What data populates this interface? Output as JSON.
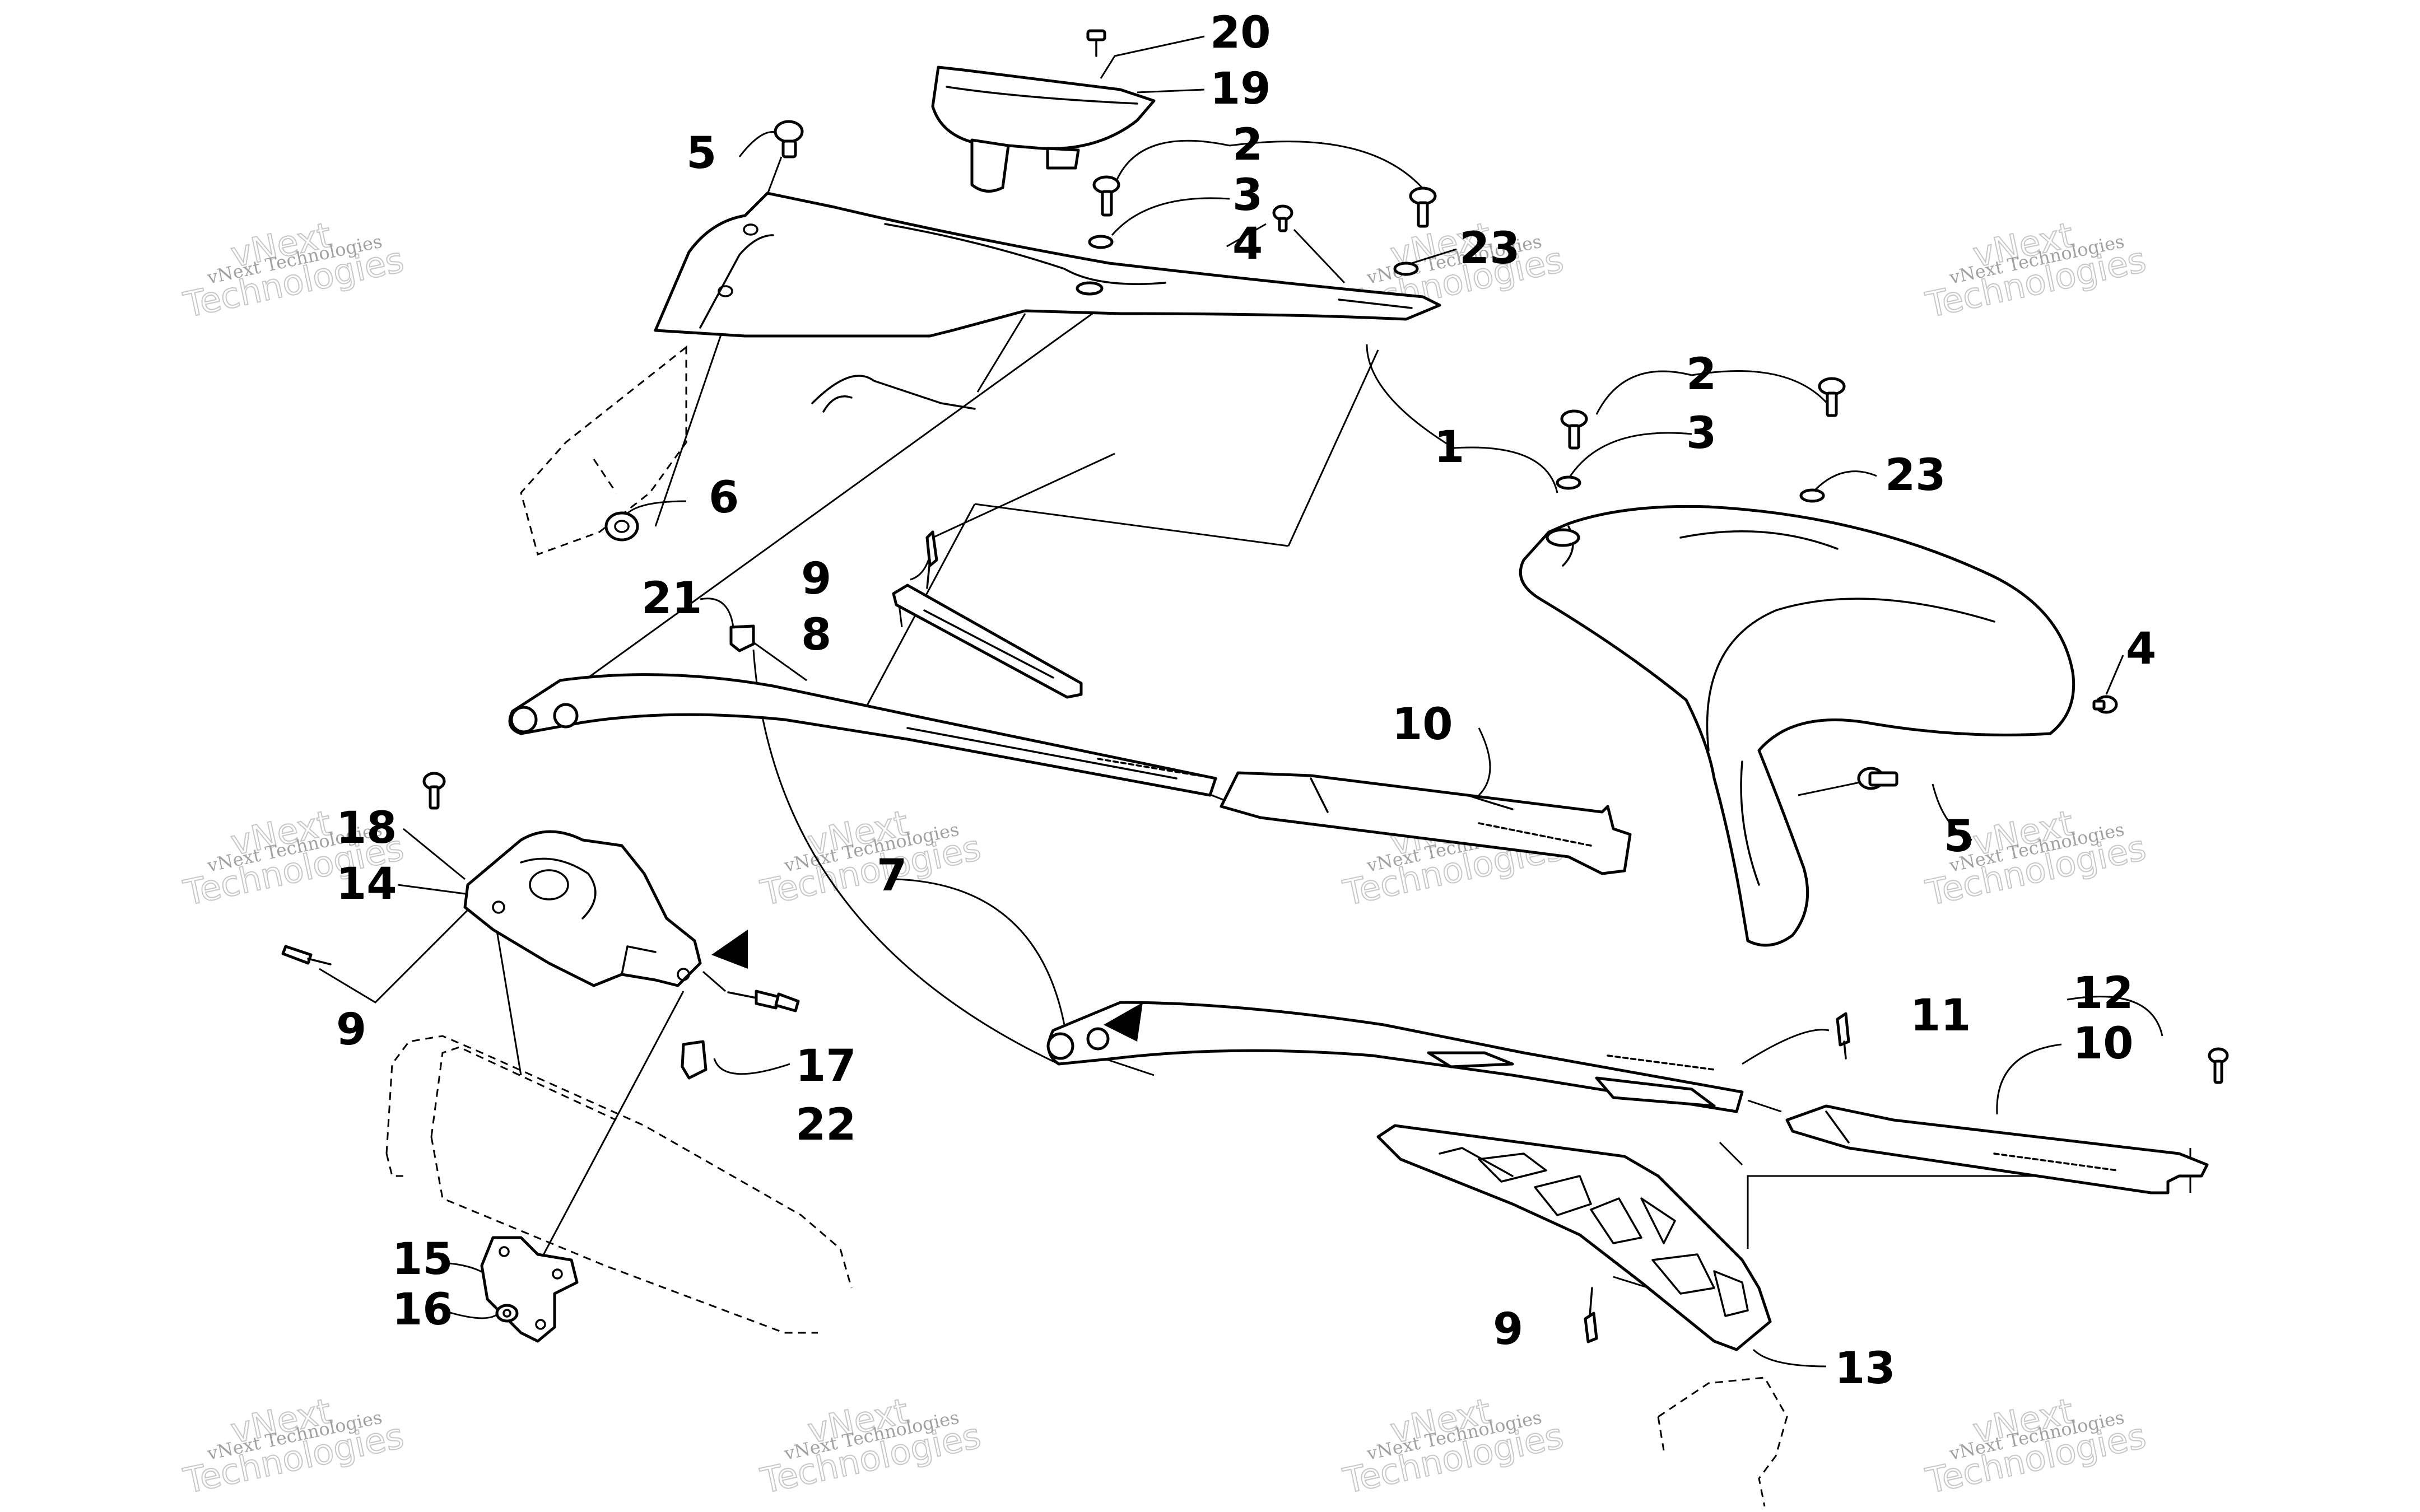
{
  "diagram": {
    "part_numbers": [
      "1",
      "2",
      "3",
      "4",
      "5",
      "6",
      "7",
      "8",
      "9",
      "10",
      "11",
      "12",
      "13",
      "14",
      "15",
      "16",
      "17",
      "18",
      "19",
      "20",
      "21",
      "22",
      "23"
    ],
    "callouts": {
      "c20": "20",
      "c19": "19",
      "c5a": "5",
      "c2a": "2",
      "c3a": "3",
      "c4a": "4",
      "c23a": "23",
      "c6": "6",
      "c1": "1",
      "c2b": "2",
      "c3b": "3",
      "c23b": "23",
      "c9a": "9",
      "c8": "8",
      "c21": "21",
      "c10a": "10",
      "c4b": "4",
      "c5b": "5",
      "c18": "18",
      "c14": "14",
      "c7": "7",
      "c9b": "9",
      "c17": "17",
      "c22": "22",
      "c15": "15",
      "c16": "16",
      "c11": "11",
      "c12": "12",
      "c10b": "10",
      "c9c": "9",
      "c13": "13"
    }
  },
  "watermark": {
    "line1": "vNext Technologies",
    "line2": "vNext",
    "line3": "Technologies"
  },
  "colors": {
    "ink": "#000000",
    "paper": "#ffffff",
    "watermark": "#9a9a9a"
  }
}
